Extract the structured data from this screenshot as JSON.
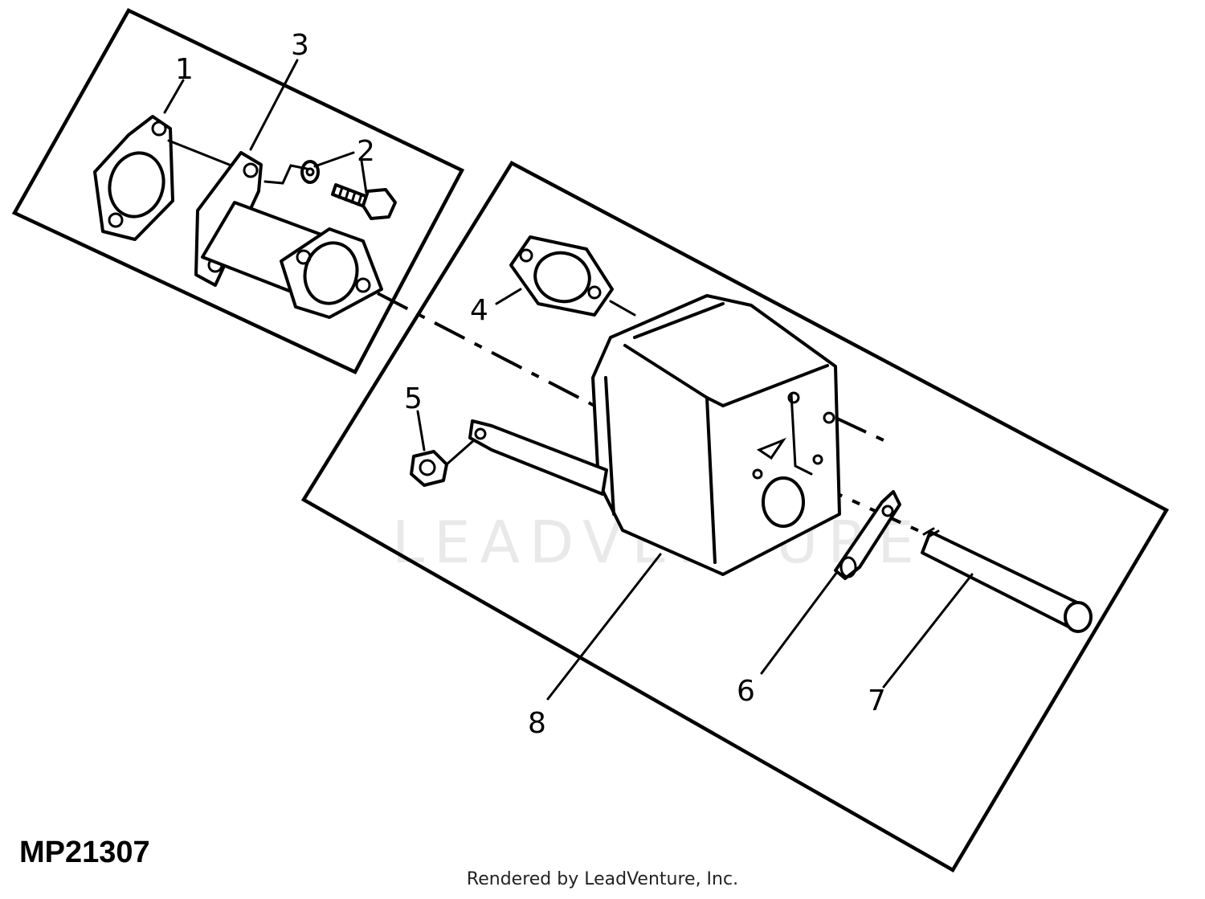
{
  "diagram": {
    "drawing_id": "MP21307",
    "watermark": "LEADVENTURE",
    "credit": "Rendered by LeadVenture, Inc.",
    "callouts": {
      "c1": "1",
      "c2": "2",
      "c3": "3",
      "c4": "4",
      "c5": "5",
      "c6": "6",
      "c7": "7",
      "c8": "8"
    }
  }
}
